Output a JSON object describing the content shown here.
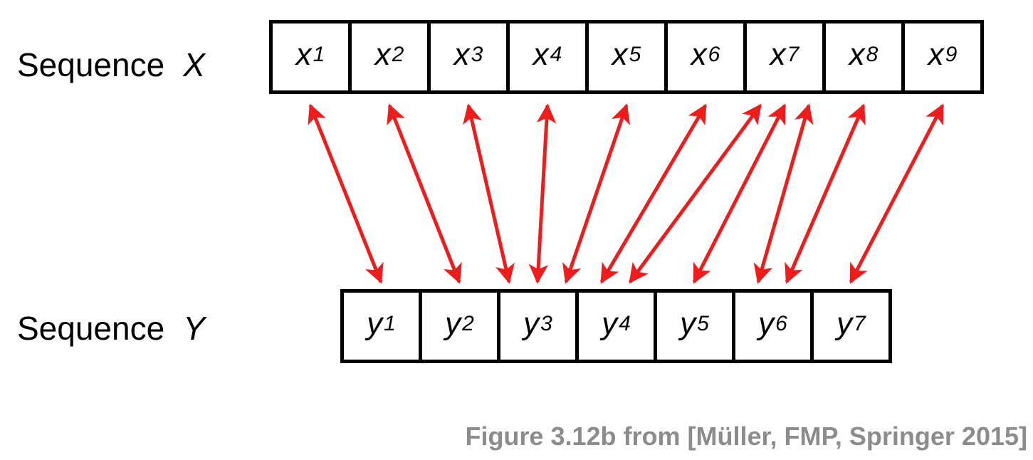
{
  "sequence_x": {
    "word": "Sequence",
    "symbol": "X",
    "cells": [
      {
        "var": "x",
        "sub": "1"
      },
      {
        "var": "x",
        "sub": "2"
      },
      {
        "var": "x",
        "sub": "3"
      },
      {
        "var": "x",
        "sub": "4"
      },
      {
        "var": "x",
        "sub": "5"
      },
      {
        "var": "x",
        "sub": "6"
      },
      {
        "var": "x",
        "sub": "7"
      },
      {
        "var": "x",
        "sub": "8"
      },
      {
        "var": "x",
        "sub": "9"
      }
    ]
  },
  "sequence_y": {
    "word": "Sequence",
    "symbol": "Y",
    "cells": [
      {
        "var": "y",
        "sub": "1"
      },
      {
        "var": "y",
        "sub": "2"
      },
      {
        "var": "y",
        "sub": "3"
      },
      {
        "var": "y",
        "sub": "4"
      },
      {
        "var": "y",
        "sub": "5"
      },
      {
        "var": "y",
        "sub": "6"
      },
      {
        "var": "y",
        "sub": "7"
      }
    ]
  },
  "alignment": [
    [
      1,
      1
    ],
    [
      2,
      2
    ],
    [
      3,
      3
    ],
    [
      4,
      3
    ],
    [
      5,
      3
    ],
    [
      6,
      4
    ],
    [
      7,
      4
    ],
    [
      7,
      5
    ],
    [
      7,
      6
    ],
    [
      8,
      6
    ],
    [
      9,
      7
    ]
  ],
  "arrow_color": "#ee1c1c",
  "caption": "Figure 3.12b from [Müller, FMP, Springer 2015]"
}
